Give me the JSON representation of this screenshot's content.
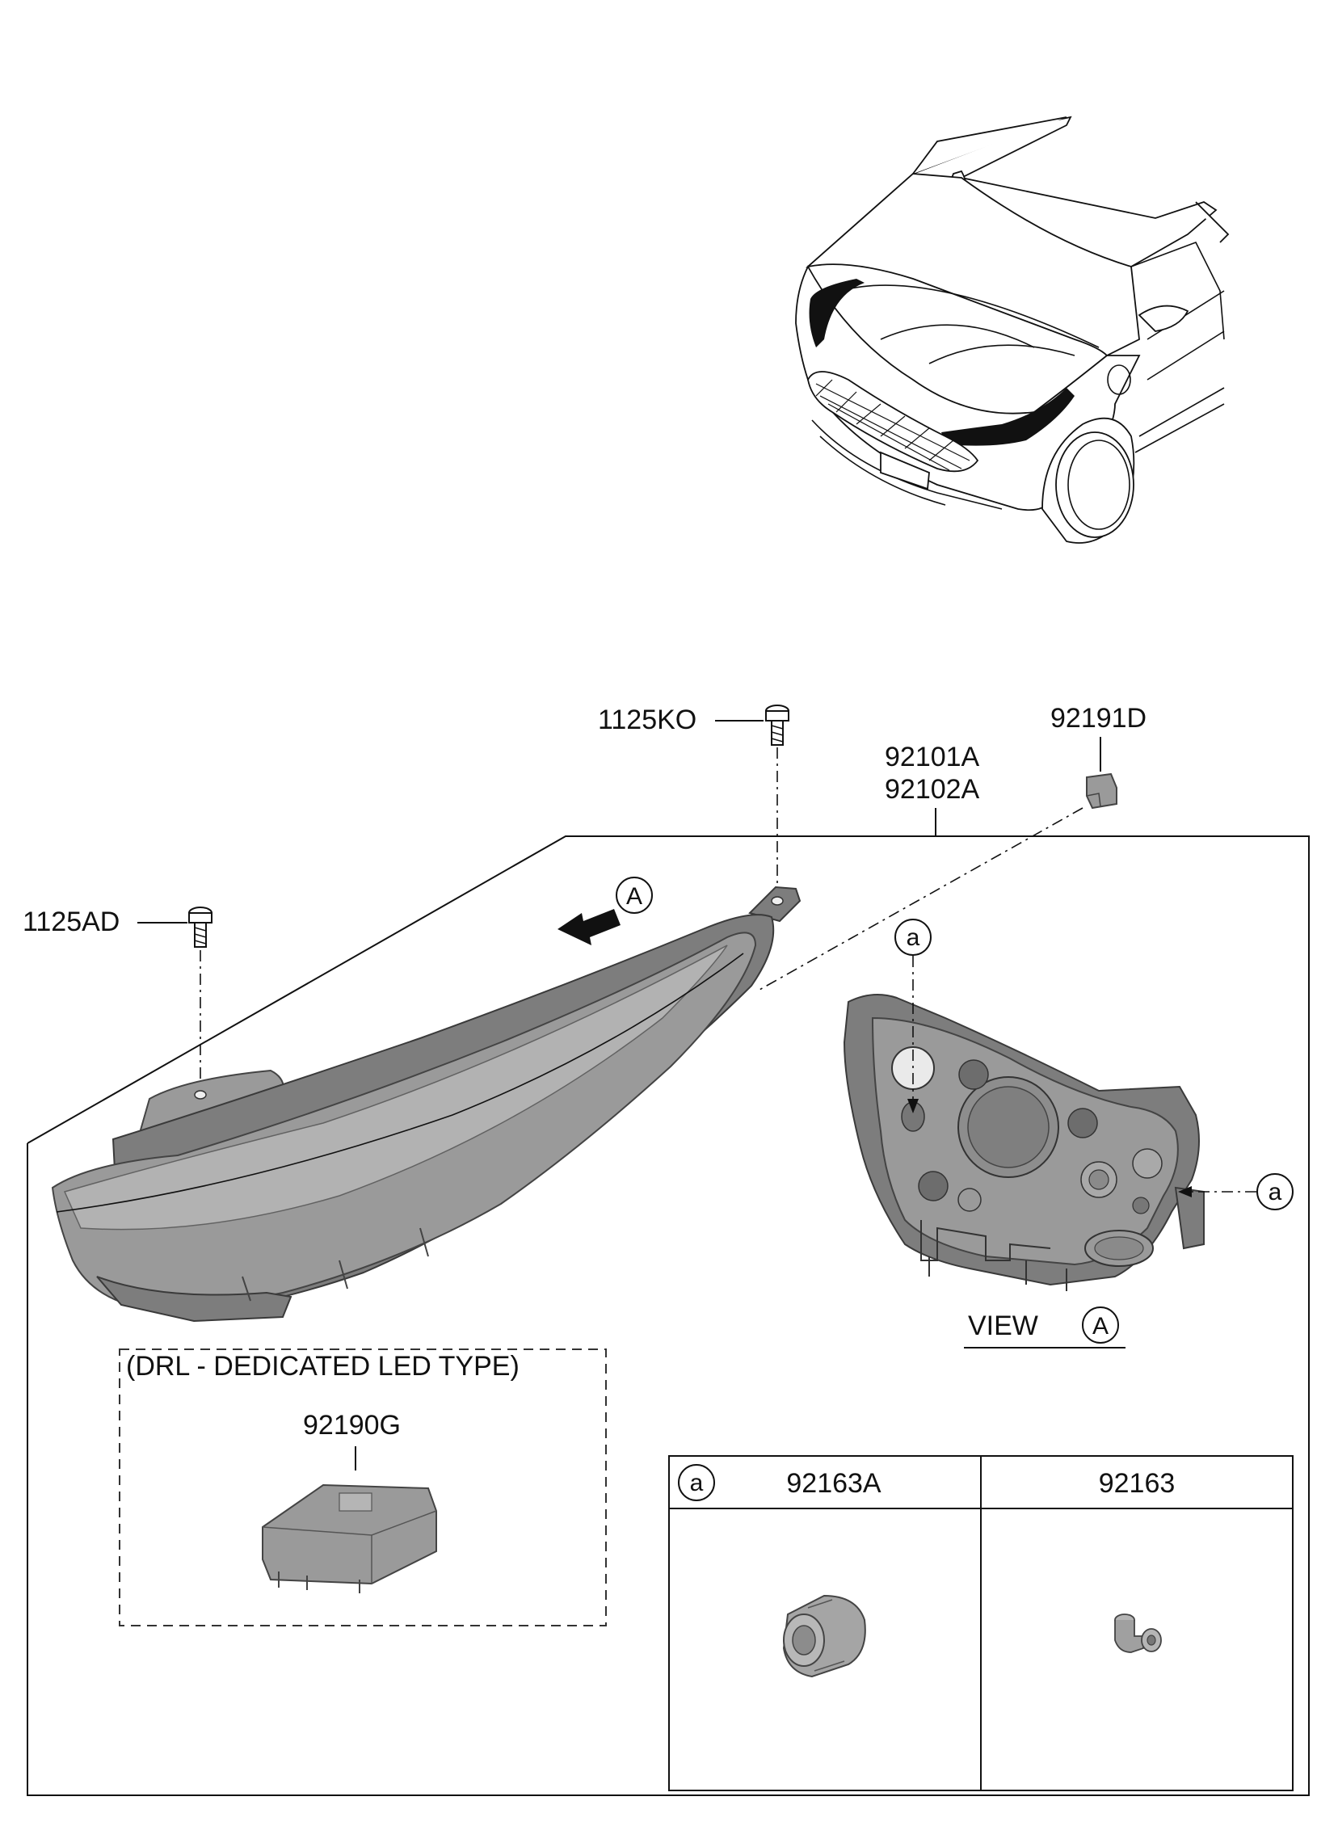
{
  "labels": {
    "screw_top": "1125KO",
    "screw_left": "1125AD",
    "clip": "92191D",
    "lamp_line1": "92101A",
    "lamp_line2": "92102A",
    "drl_title": "(DRL - DEDICATED LED TYPE)",
    "drl_part": "92190G",
    "view_text": "VIEW",
    "view_marker": "A",
    "arrow_marker": "A",
    "detail_marker_top": "a",
    "detail_marker_right": "a"
  },
  "table": {
    "marker": "a",
    "headers": [
      "92163A",
      "92163"
    ]
  }
}
